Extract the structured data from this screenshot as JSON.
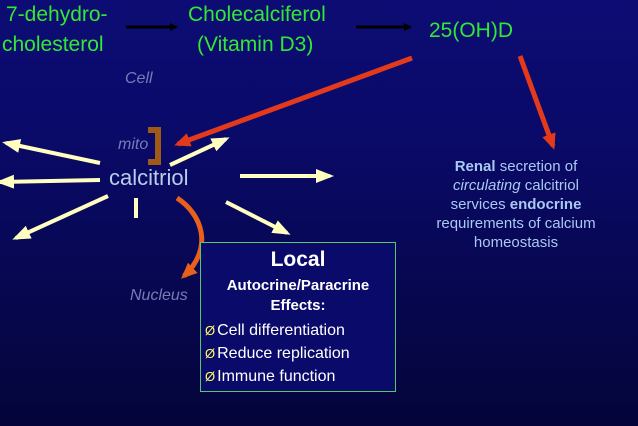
{
  "top": {
    "precursor_line1": "7-dehydro-",
    "precursor_line2": "cholesterol",
    "cholecalciferol_line1": "Cholecalciferol",
    "cholecalciferol_line2": "(Vitamin D3)",
    "metabolite": "25(OH)D"
  },
  "cell": {
    "cell_label": "Cell",
    "mito_label": "mito",
    "nucleus_label": "Nucleus",
    "calcitriol_label": "calcitriol"
  },
  "renal": {
    "bold1": "Renal",
    "t1": " secretion of",
    "italic": "circulating",
    "t2": " calcitriol services ",
    "bold2": "endocrine",
    "t3": " requirements of calcium homeostasis"
  },
  "local_box": {
    "title": "Local",
    "subtitle1": "Autocrine/Paracrine",
    "subtitle2": "Effects:",
    "bullet_mark": "Ø",
    "bullets": [
      "Cell differentiation",
      "Reduce replication",
      "Immune function"
    ]
  },
  "colors": {
    "background": "#0a0a6a",
    "green_text": "#33e833",
    "red_arrow": "#e23a1a",
    "orange_arrow": "#e8601a",
    "yellow_arrow": "#ffffc0",
    "box_border": "#55c86a"
  }
}
